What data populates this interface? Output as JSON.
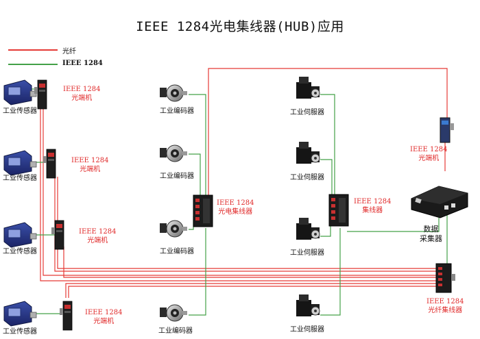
{
  "title": "IEEE 1284光电集线器(HUB)应用",
  "legend": {
    "fiber": {
      "label": "光纤",
      "color": "#e53935"
    },
    "ieee": {
      "label": "IEEE 1284",
      "color": "#43a047"
    }
  },
  "sensors": [
    "工业传感器",
    "工业传感器",
    "工业传感器",
    "工业传感器"
  ],
  "converters": [
    {
      "line1": "IEEE 1284",
      "line2": "光端机"
    },
    {
      "line1": "IEEE 1284",
      "line2": "光端机"
    },
    {
      "line1": "IEEE 1284",
      "line2": "光端机"
    },
    {
      "line1": "IEEE 1284",
      "line2": "光端机"
    }
  ],
  "encoders": [
    "工业编码器",
    "工业编码器",
    "工业编码器",
    "工业编码器"
  ],
  "servos": [
    "工业伺服器",
    "工业伺服器",
    "工业伺服器",
    "工业伺服器"
  ],
  "oe_hub": {
    "line1": "IEEE 1284",
    "line2": "光电集线器"
  },
  "hub": {
    "line1": "IEEE 1284",
    "line2": "集线器"
  },
  "right_converter": {
    "line1": "IEEE 1284",
    "line2": "光端机"
  },
  "fiber_hub": {
    "line1": "IEEE 1284",
    "line2": "光纤集线器"
  },
  "collector": {
    "line1": "数据",
    "line2": "采集器"
  }
}
